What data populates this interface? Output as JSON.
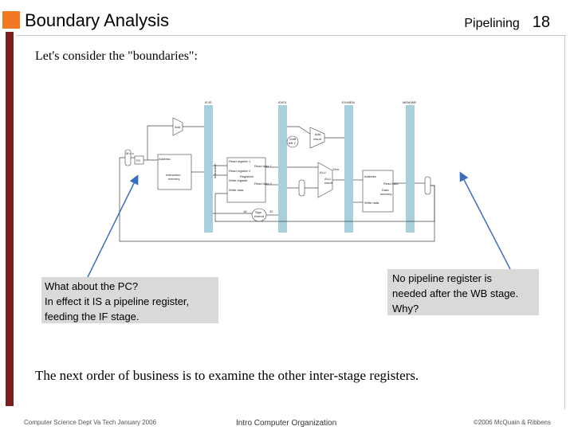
{
  "header": {
    "title": "Boundary Analysis",
    "section": "Pipelining",
    "slide_number": "18"
  },
  "intro": "Let's consider the \"boundaries\":",
  "figure": {
    "stage_labels": [
      "IF/ID",
      "ID/EX",
      "EX/MEM",
      "MEM/WB"
    ],
    "pc_label": "PC",
    "mux_label": "M u x",
    "address_label": "Address",
    "instruction_memory": [
      "Instruction",
      "memory"
    ],
    "adder_label": "Add",
    "add_result_label": [
      "Add",
      "result"
    ],
    "shift_label": [
      "Shift",
      "left 2"
    ],
    "registers_title": "Registers",
    "reg_ports": [
      "Read register 1",
      "Read register 2",
      "Write register",
      "Write data"
    ],
    "reg_outputs": [
      "Read data 1",
      "Read data 2"
    ],
    "alu_label": "ALU",
    "alu_result_label": [
      "ALU",
      "result"
    ],
    "zero_label": "Zero",
    "data_memory": [
      "Data",
      "memory"
    ],
    "sign_extend": [
      "Sign",
      "extend"
    ],
    "bit_labels": [
      "16",
      "32"
    ],
    "instruction_label": "Instruction",
    "mem_ports": [
      "Address",
      "Read data",
      "Write data"
    ]
  },
  "callouts": {
    "pc": [
      "What about the PC?",
      "In effect it IS a pipeline register,",
      "feeding the IF stage."
    ],
    "wb": [
      "No pipeline register is",
      "needed after the WB stage.",
      "Why?"
    ]
  },
  "next_text": "The next order of business is to examine the other inter-stage registers.",
  "footer": {
    "left": "Computer Science Dept Va Tech January 2006",
    "center": "Intro Computer Organization",
    "right": "©2006 McQuain & Ribbens"
  },
  "colors": {
    "accent": "#f07a22",
    "rule": "#7a1f1f",
    "pipeline_register": "#a8d0dc",
    "arrow": "#3a6fc0",
    "callout_bg": "#d9d9d9"
  }
}
